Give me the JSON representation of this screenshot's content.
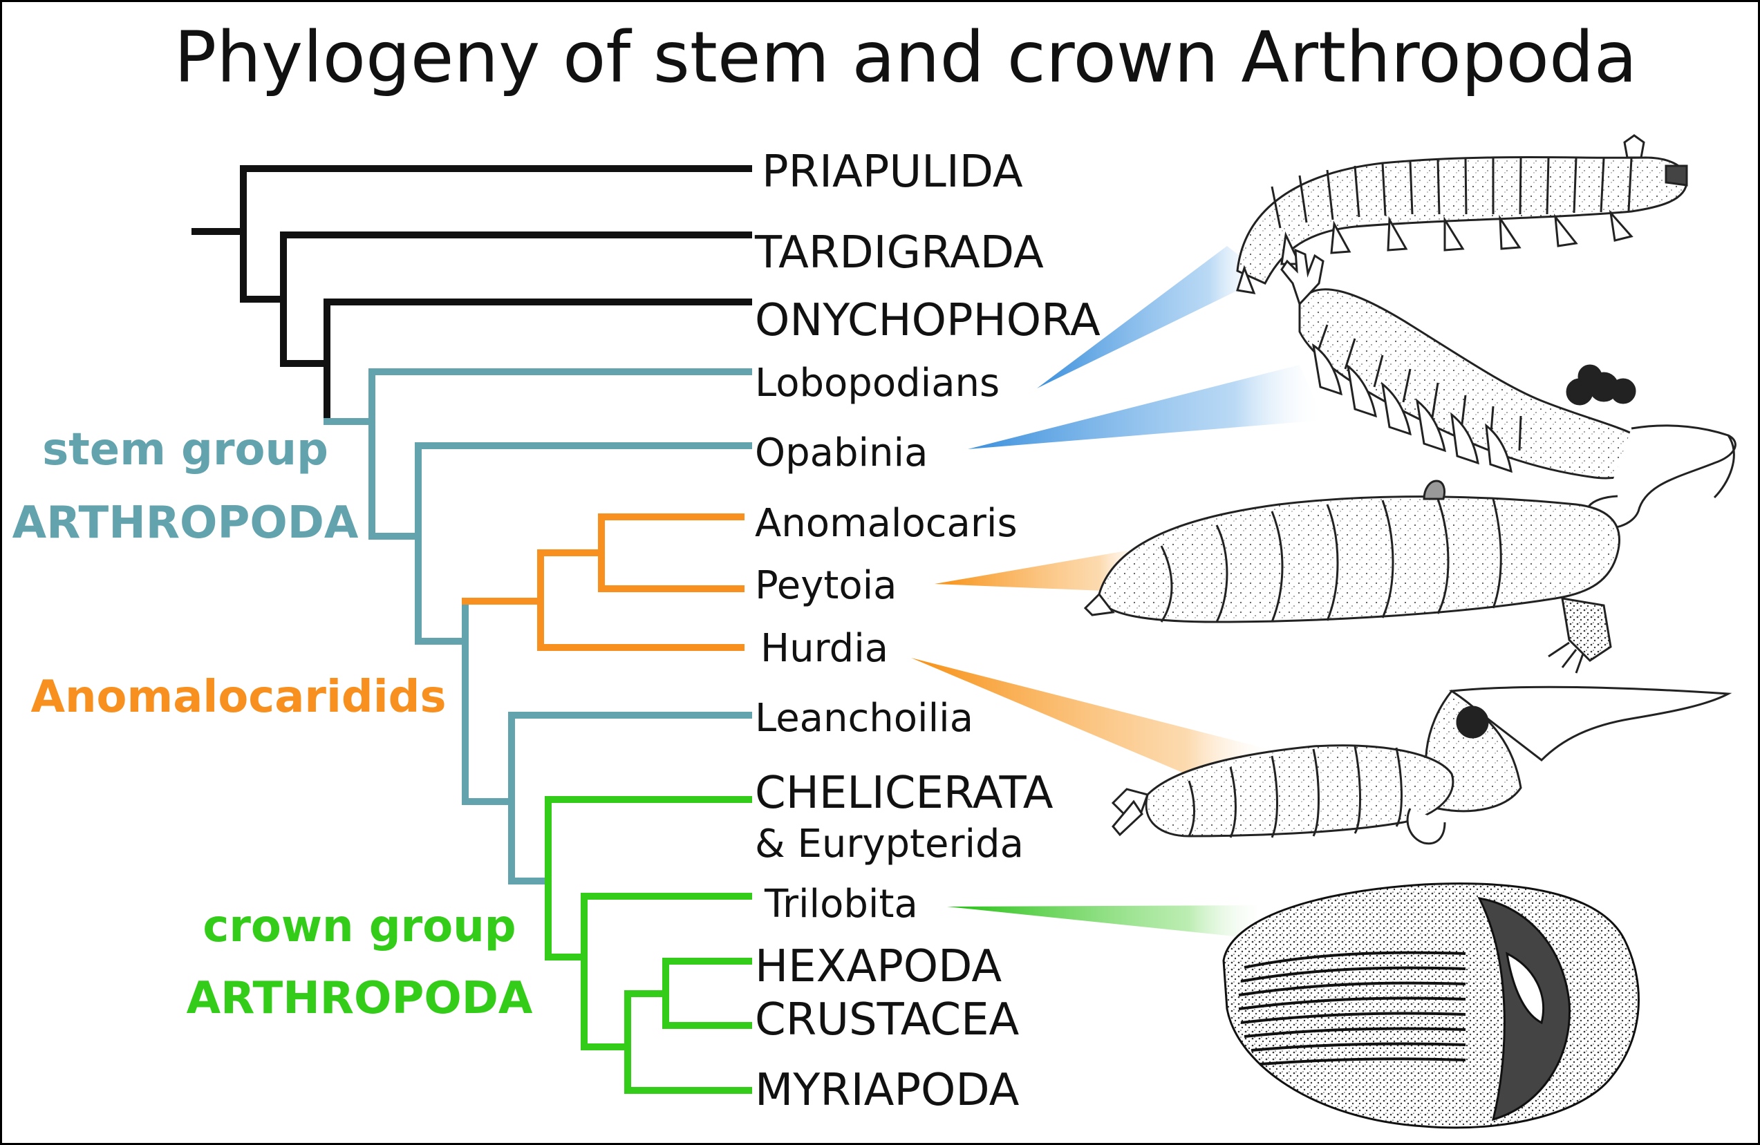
{
  "title": "Phylogeny of stem and crown Arthropoda",
  "colors": {
    "basal": "#111111",
    "stem": "#62a3ad",
    "anomalocaridid": "#f7901e",
    "crown": "#33cc18",
    "pointer_blue": "#4a9ae0",
    "pointer_orange": "#f79d2c",
    "pointer_green": "#2ec41a"
  },
  "groups": {
    "stem_line1": "stem group",
    "stem_line2": "ARTHROPODA",
    "anomalocaridids": "Anomalocaridids",
    "crown_line1": "crown group",
    "crown_line2": "ARTHROPODA"
  },
  "taxa": {
    "priapulida": "PRIAPULIDA",
    "tardigrada": "TARDIGRADA",
    "onychophora": "ONYCHOPHORA",
    "lobopodians": "Lobopodians",
    "opabinia": "Opabinia",
    "anomalocaris": "Anomalocaris",
    "peytoia": "Peytoia",
    "hurdia": "Hurdia",
    "leanchoilia": "Leanchoilia",
    "chelicerata": "CHELICERATA",
    "eurypterida": "& Eurypterida",
    "trilobita": "Trilobita",
    "hexapoda": "HEXAPODA",
    "crustacea": "CRUSTACEA",
    "myriapoda": "MYRIAPODA"
  },
  "illustrations": [
    {
      "name": "lobopodian-illustration",
      "pointer": "lobopodians"
    },
    {
      "name": "opabinia-illustration",
      "pointer": "opabinia"
    },
    {
      "name": "peytoia-illustration",
      "pointer": "peytoia"
    },
    {
      "name": "hurdia-illustration",
      "pointer": "hurdia"
    },
    {
      "name": "trilobite-illustration",
      "pointer": "trilobita"
    }
  ]
}
